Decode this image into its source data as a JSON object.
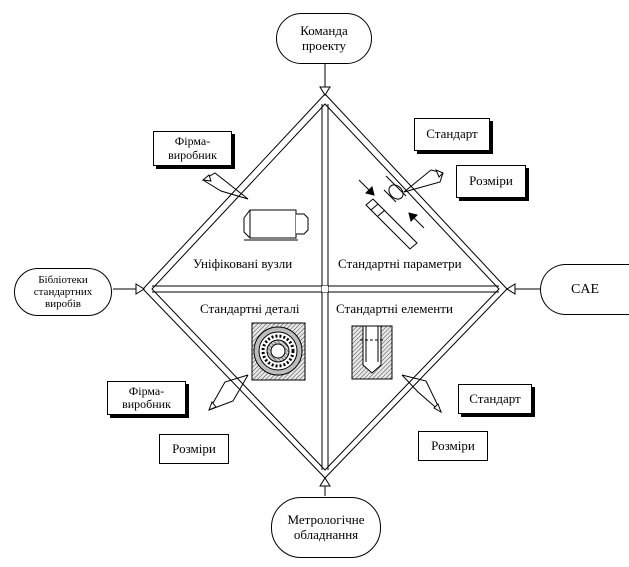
{
  "nodes": {
    "team": "Команда\nпроекту",
    "library": "Бібліотеки\nстандартних\nвиробів",
    "cae": "CAE",
    "metrology": "Метрологічне\nобладнання",
    "mfr_top": "Фірма-\nвиробник",
    "mfr_bottom": "Фірма-\nвиробник",
    "std_top": "Стандарт",
    "std_bottom": "Стандарт",
    "sizes_top": "Розміри",
    "sizes_bottom_left": "Розміри",
    "sizes_bottom_right": "Розміри"
  },
  "quadrants": {
    "top_left": "Уніфіковані вузли",
    "top_right": "Стандартні параметри",
    "bottom_left": "Стандартні деталі",
    "bottom_right": "Стандартні елементи"
  },
  "colors": {
    "line": "#000000",
    "background": "#ffffff",
    "hatch": "#555555"
  }
}
